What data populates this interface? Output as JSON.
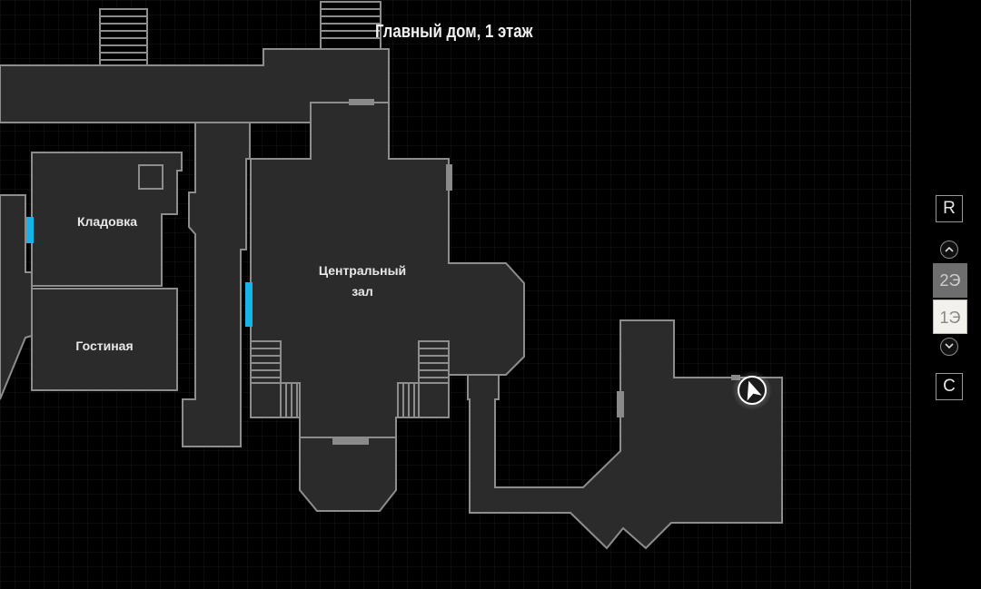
{
  "map": {
    "title": "Главный дом, 1 этаж",
    "rooms": {
      "storage": "Кладовка",
      "central_hall_line1": "Центральный",
      "central_hall_line2": "зал",
      "living_room": "Гостиная"
    }
  },
  "controls": {
    "reset_label": "R",
    "center_label": "C",
    "floors": [
      "2Э",
      "1Э"
    ],
    "selected_floor": "1Э"
  },
  "colors": {
    "background": "#000000",
    "grid": "#1a1a1a",
    "room_fill": "#2b2b2b",
    "wall": "#8d8d8d",
    "door_closed": "#8a8a8a",
    "door_open": "#19b4e6",
    "player_marker": "#ffffff"
  },
  "icons": [
    "player-arrow-icon",
    "chevron-up-icon",
    "chevron-down-icon"
  ]
}
